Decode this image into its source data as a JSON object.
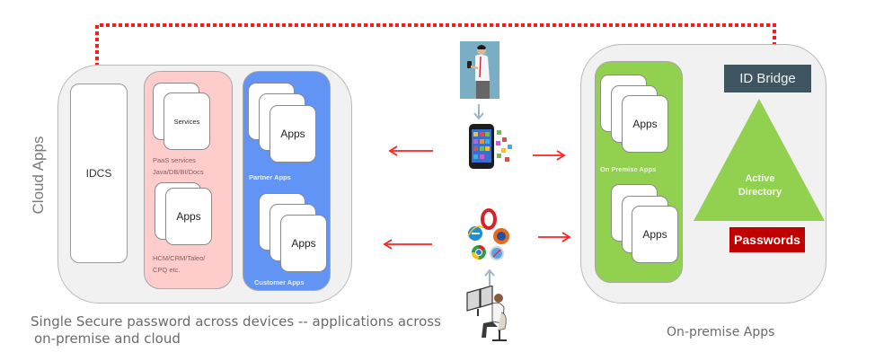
{
  "colors": {
    "connector": "#ff1a1a",
    "pink_panel": "#ffcccc",
    "blue_panel": "#6194f5",
    "green_panel": "#92d050",
    "id_bridge": "#3f5560",
    "passwords": "#c00000",
    "outer": "#f1f1f1"
  },
  "cloud": {
    "side_label": "Cloud Apps",
    "idcs_label": "IDCS",
    "paas": {
      "card_label": "Services",
      "caption_line1": "PaaS services",
      "caption_line2": "Java/DB/BI/Docs"
    },
    "saas": {
      "card_label": "Apps",
      "caption_line1": "HCM/CRM/Taleo/",
      "caption_line2": "CPQ etc."
    },
    "partner": {
      "card_label": "Apps",
      "caption": "Partner Apps"
    },
    "customer": {
      "card_label": "Apps",
      "caption": "Customer Apps"
    },
    "caption_line1": "Single Secure password across devices -- applications across",
    "caption_line2": "on-premise and cloud"
  },
  "center": {
    "top_user_icon": "businessman-with-phone-icon",
    "mobile_icon": "smartphone-apps-icon",
    "browsers_icon": "browser-logos-icon",
    "bottom_user_icon": "user-at-computer-icon"
  },
  "onprem": {
    "apps_top_label": "Apps",
    "apps_group_caption": "On Premise Apps",
    "apps_bottom_label": "Apps",
    "id_bridge_label": "ID Bridge",
    "active_directory_line1": "Active",
    "active_directory_line2": "Directory",
    "passwords_label": "Passwords",
    "caption": "On-premise Apps"
  }
}
